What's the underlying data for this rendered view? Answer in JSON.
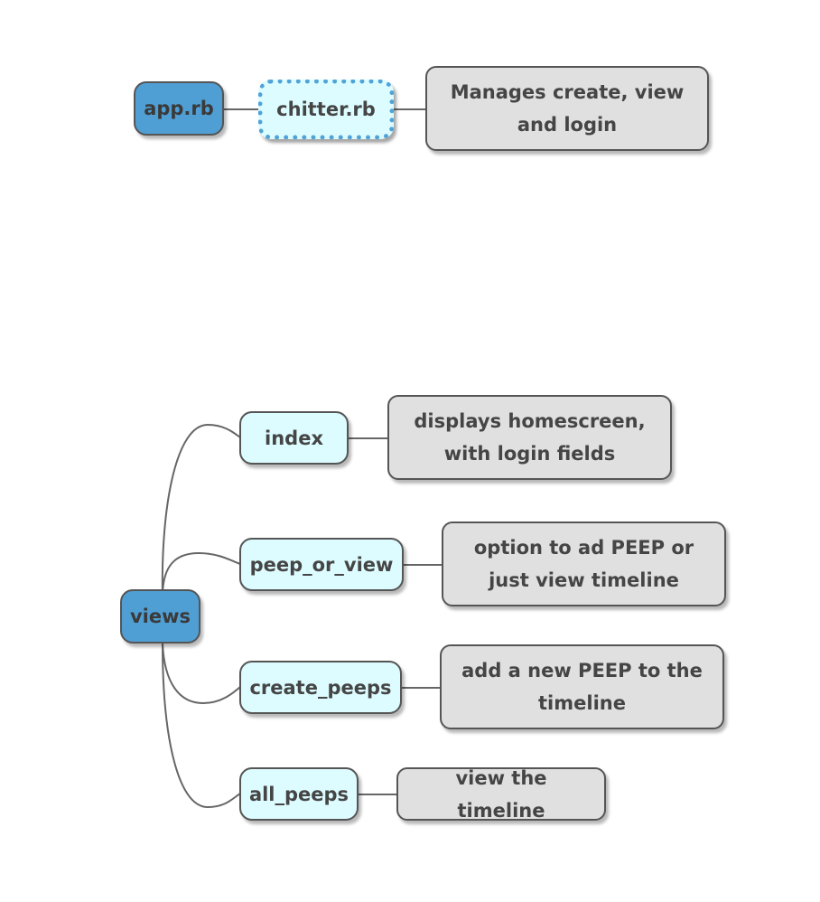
{
  "colors": {
    "root": "#4f9fd5",
    "child": "#ddfcff",
    "note": "#e0e0e0",
    "selected_border": "#4fa3d8",
    "line": "#666666"
  },
  "map1": {
    "root": "app.rb",
    "child": "chitter.rb",
    "note": "Manages create, view and login"
  },
  "map2": {
    "root": "views",
    "children": [
      {
        "label": "index",
        "note": "displays homescreen, with login fields"
      },
      {
        "label": "peep_or_view",
        "note": "option to ad PEEP or just view timeline"
      },
      {
        "label": "create_peeps",
        "note": "add a new PEEP to the timeline"
      },
      {
        "label": "all_peeps",
        "note": "view the timeline"
      }
    ]
  }
}
